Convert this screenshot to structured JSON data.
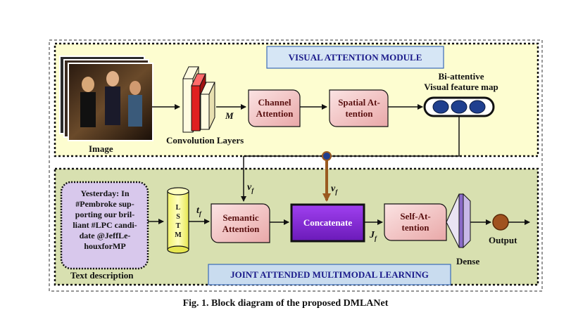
{
  "visual_module": {
    "title": "VISUAL ATTENTION MODULE"
  },
  "joint_module": {
    "title": "JOINT ATTENDED MULTIMODAL LEARNING"
  },
  "labels": {
    "image": "Image",
    "convolution_layers": "Convolution Layers",
    "m_symbol": "M",
    "feature_map_line1": "Bi-attentive",
    "feature_map_line2": "Visual feature map",
    "text_description": "Text description",
    "dense": "Dense",
    "output": "Output"
  },
  "boxes": {
    "channel_attention": "Channel Attention",
    "spatial_attention": "Spatial At-tention",
    "semantic_attention": "Semantic Attention",
    "concatenate": "Concatenate",
    "self_attention": "Self-At-tention"
  },
  "symbols": {
    "vf_left_base": "v",
    "vf_left_sub": "f",
    "vf_right_base": "v",
    "vf_right_sub": "f",
    "tf_base": "t",
    "tf_sub": "f",
    "jf_base": "J",
    "jf_sub": "f"
  },
  "tweet": {
    "line1": "Yesterday: In",
    "line2": "#Pembroke sup-",
    "line3": "porting our bril-",
    "line4": "liant #LPC candi-",
    "line5": "date @JeffLe-",
    "line6": "houxforMP"
  },
  "lstm_letters": [
    "L",
    "S",
    "T",
    "M"
  ],
  "caption": "Fig. 1. Block diagram of the proposed DMLANet",
  "colors": {
    "visual_module_fill": "#fdfdd0",
    "joint_module_fill": "#d8e0b0",
    "title_box_fill": "#d6e6f5",
    "attention_box_fill": "#f4c6c6",
    "concatenate_fill": "#8a2be2",
    "tweet_fill": "#d8c8ec",
    "lstm_fill": "#fbfb8a",
    "feature_map_fill": "#1f3f8f",
    "output_node_fill": "#a0521f",
    "vertical_arrow": "#9a5a20"
  }
}
